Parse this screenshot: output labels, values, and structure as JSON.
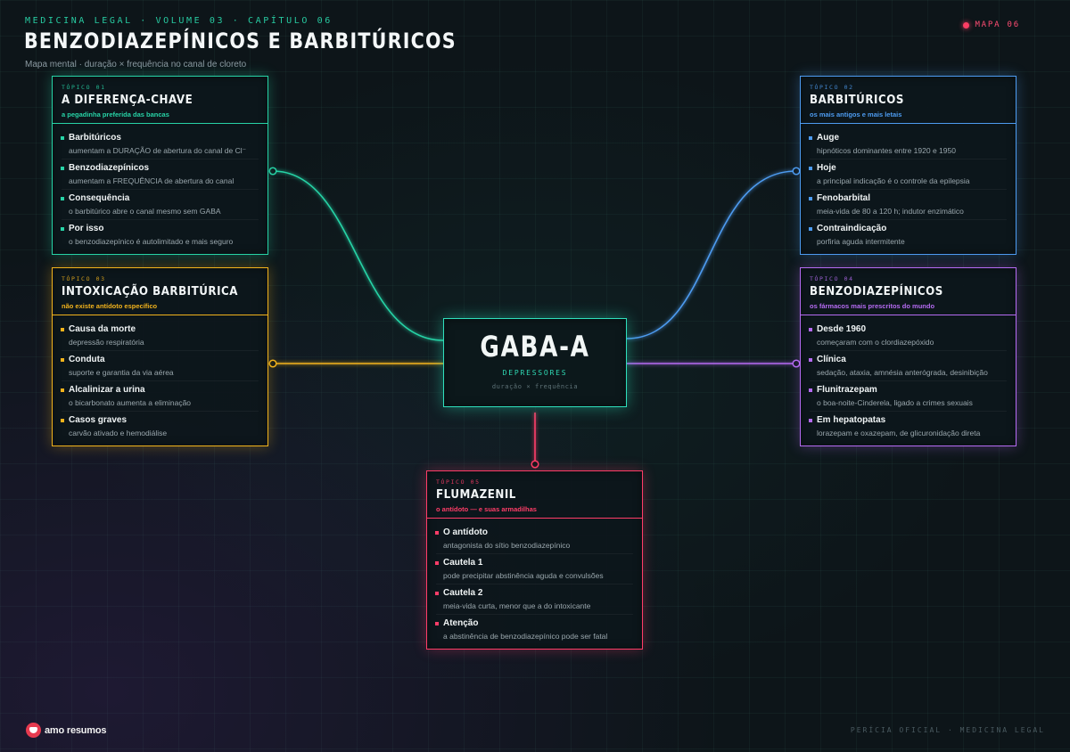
{
  "header": {
    "eyebrow": "MEDICINA LEGAL · VOLUME 03 · CAPÍTULO 06",
    "title": "BENZODIAZEPÍNICOS E BARBITÚRICOS",
    "subtitle": "Mapa mental · duração × frequência no canal de cloreto",
    "map_tag": "MAPA 06"
  },
  "center": {
    "title": "GABA-A",
    "subtitle": "DEPRESSORES",
    "note": "duração × frequência",
    "color": "#2fe0bd"
  },
  "cards": [
    {
      "num": "TÓPICO 01",
      "title": "A DIFERENÇA-CHAVE",
      "sub": "a pegadinha preferida das bancas",
      "color": "#27d3a6",
      "items": [
        {
          "label": "Barbitúricos",
          "desc": "aumentam a DURAÇÃO de abertura do canal de Cl⁻"
        },
        {
          "label": "Benzodiazepínicos",
          "desc": "aumentam a FREQUÊNCIA de abertura do canal"
        },
        {
          "label": "Consequência",
          "desc": "o barbitúrico abre o canal mesmo sem GABA"
        },
        {
          "label": "Por isso",
          "desc": "o benzodiazepínico é autolimitado e mais seguro"
        }
      ]
    },
    {
      "num": "TÓPICO 02",
      "title": "BARBITÚRICOS",
      "sub": "os mais antigos e mais letais",
      "color": "#4d9bf0",
      "items": [
        {
          "label": "Auge",
          "desc": "hipnóticos dominantes entre 1920 e 1950"
        },
        {
          "label": "Hoje",
          "desc": "a principal indicação é o controle da epilepsia"
        },
        {
          "label": "Fenobarbital",
          "desc": "meia-vida de 80 a 120 h; indutor enzimático"
        },
        {
          "label": "Contraindicação",
          "desc": "porfiria aguda intermitente"
        }
      ]
    },
    {
      "num": "TÓPICO 03",
      "title": "INTOXICAÇÃO BARBITÚRICA",
      "sub": "não existe antídoto específico",
      "color": "#f2b31c",
      "items": [
        {
          "label": "Causa da morte",
          "desc": "depressão respiratória"
        },
        {
          "label": "Conduta",
          "desc": "suporte e garantia da via aérea"
        },
        {
          "label": "Alcalinizar a urina",
          "desc": "o bicarbonato aumenta a eliminação"
        },
        {
          "label": "Casos graves",
          "desc": "carvão ativado e hemodiálise"
        }
      ]
    },
    {
      "num": "TÓPICO 04",
      "title": "BENZODIAZEPÍNICOS",
      "sub": "os fármacos mais prescritos do mundo",
      "color": "#b56bf2",
      "items": [
        {
          "label": "Desde 1960",
          "desc": "começaram com o clordiazepóxido"
        },
        {
          "label": "Clínica",
          "desc": "sedação, ataxia, amnésia anterógrada, desinibição"
        },
        {
          "label": "Flunitrazepam",
          "desc": "o boa-noite-Cinderela, ligado a crimes sexuais"
        },
        {
          "label": "Em hepatopatas",
          "desc": "lorazepam e oxazepam, de glicuronidação direta"
        }
      ]
    },
    {
      "num": "TÓPICO 05",
      "title": "FLUMAZENIL",
      "sub": "o antídoto — e suas armadilhas",
      "color": "#ff3d68",
      "items": [
        {
          "label": "O antídoto",
          "desc": "antagonista do sítio benzodiazepínico"
        },
        {
          "label": "Cautela 1",
          "desc": "pode precipitar abstinência aguda e convulsões"
        },
        {
          "label": "Cautela 2",
          "desc": "meia-vida curta, menor que a do intoxicante"
        },
        {
          "label": "Atenção",
          "desc": "a abstinência de benzodiazepínico pode ser fatal"
        }
      ]
    }
  ],
  "footer": {
    "logo_text": "amo resumos",
    "right": "PERÍCIA OFICIAL · MEDICINA LEGAL"
  }
}
